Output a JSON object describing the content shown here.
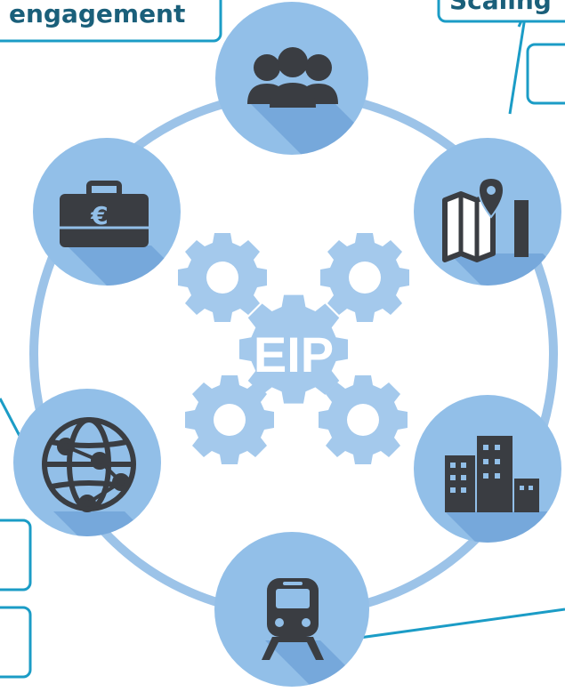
{
  "center": {
    "label": "EIP"
  },
  "labels": {
    "top_left": "engagement",
    "top_right": "Scaling"
  },
  "nodes": [
    {
      "icon": "people-icon"
    },
    {
      "icon": "map-pin-ruler-icon"
    },
    {
      "icon": "city-buildings-icon"
    },
    {
      "icon": "train-icon"
    },
    {
      "icon": "network-globe-icon"
    },
    {
      "icon": "euro-briefcase-icon"
    }
  ],
  "colors": {
    "ring": "#9cc3e8",
    "node_fill": "#92bfe8",
    "node_shadow": "#5e95cf",
    "gear": "#a4c9ec",
    "icon": "#3a3d42",
    "callout": "#1b9cc6",
    "label_text": "#1a5f7a"
  }
}
